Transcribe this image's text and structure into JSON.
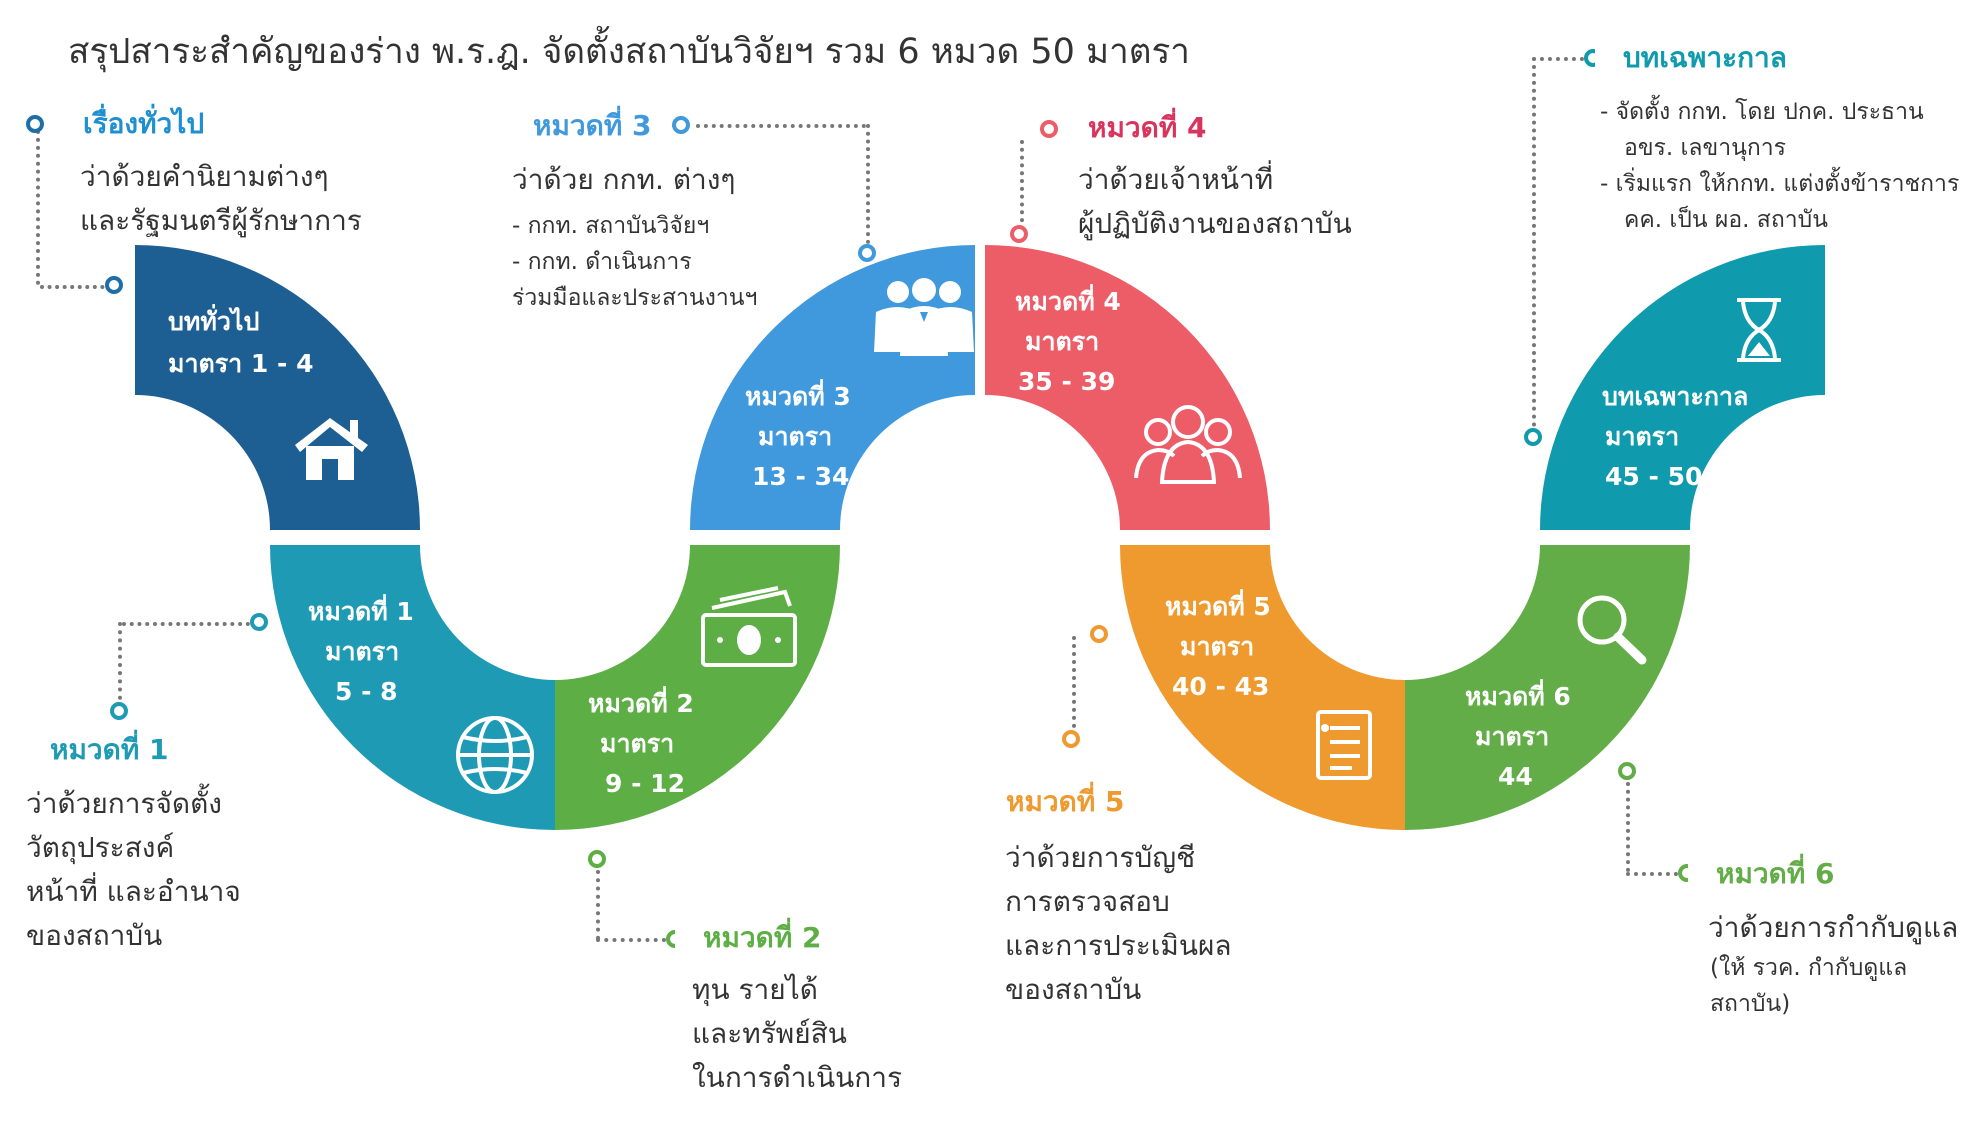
{
  "title": "สรุปสาระสำคัญของร่าง พ.ร.ฎ. จัดตั้งสถาบันวิจัยฯ รวม 6 หมวด 50 มาตรา",
  "colors": {
    "general": "#1d5e93",
    "ch1": "#1e9ab4",
    "ch2": "#5cae45",
    "ch3": "#4099dc",
    "ch4": "#ec5d68",
    "ch5": "#ef9a2f",
    "ch6": "#62ad47",
    "transitional": "#0f9aad"
  },
  "segments": {
    "general": {
      "line1": "บททั่วไป",
      "line2": "มาตรา 1 - 4",
      "icon": "house-icon"
    },
    "ch1": {
      "line1": "หมวดที่ 1",
      "line2": "มาตรา",
      "line3": "5 - 8",
      "icon": "globe-icon"
    },
    "ch2": {
      "line1": "หมวดที่ 2",
      "line2": "มาตรา",
      "line3": "9 - 12",
      "icon": "money-icon"
    },
    "ch3": {
      "line1": "หมวดที่ 3",
      "line2": "มาตรา",
      "line3": "13 - 34",
      "icon": "team-icon"
    },
    "ch4": {
      "line1": "หมวดที่ 4",
      "line2": "มาตรา",
      "line3": "35 - 39",
      "icon": "people-icon"
    },
    "ch5": {
      "line1": "หมวดที่ 5",
      "line2": "มาตรา",
      "line3": "40 - 43",
      "icon": "document-icon"
    },
    "ch6": {
      "line1": "หมวดที่ 6",
      "line2": "มาตรา",
      "line3": "44",
      "icon": "search-icon"
    },
    "transitional": {
      "line1": "บทเฉพาะกาล",
      "line2": "มาตรา",
      "line3": "45 - 50",
      "icon": "hourglass-icon"
    }
  },
  "callouts": {
    "general": {
      "tag": "เรื่องทั่วไป",
      "lines": [
        "ว่าด้วยคำนิยามต่างๆ",
        "และรัฐมนตรีผู้รักษาการ"
      ]
    },
    "ch1": {
      "tag": "หมวดที่ 1",
      "lines": [
        "ว่าด้วยการจัดตั้ง",
        "วัตถุประสงค์",
        "หน้าที่ และอำนาจ",
        "ของสถาบัน"
      ]
    },
    "ch2": {
      "tag": "หมวดที่ 2",
      "lines": [
        "ทุน รายได้",
        "และทรัพย์สิน",
        "ในการดำเนินการ"
      ]
    },
    "ch3": {
      "tag": "หมวดที่ 3",
      "lines": [
        "ว่าด้วย กกท. ต่างๆ"
      ],
      "sub": [
        "- กกท. สถาบันวิจัยฯ",
        "- กกท. ดำเนินการ",
        "ร่วมมือและประสานงานฯ"
      ]
    },
    "ch4": {
      "tag": "หมวดที่ 4",
      "lines": [
        "ว่าด้วยเจ้าหน้าที่",
        "ผู้ปฏิบัติงานของสถาบัน"
      ]
    },
    "ch5": {
      "tag": "หมวดที่ 5",
      "lines": [
        "ว่าด้วยการบัญชี",
        "การตรวจสอบ",
        "และการประเมินผล",
        "ของสถาบัน"
      ]
    },
    "ch6": {
      "tag": "หมวดที่ 6",
      "lines": [
        "ว่าด้วยการกำกับดูแล"
      ],
      "sub": [
        "(ให้ รวค. กำกับดูแล",
        "สถาบัน)"
      ]
    },
    "transitional": {
      "tag": "บทเฉพาะกาล",
      "sub": [
        "- จัดตั้ง กกท. โดย ปกค. ประธาน",
        "อขร. เลขานุการ",
        "- เริ่มแรก ให้กกท. แต่งตั้งข้าราชการ",
        "คค. เป็น ผอ. สถาบัน"
      ]
    }
  }
}
